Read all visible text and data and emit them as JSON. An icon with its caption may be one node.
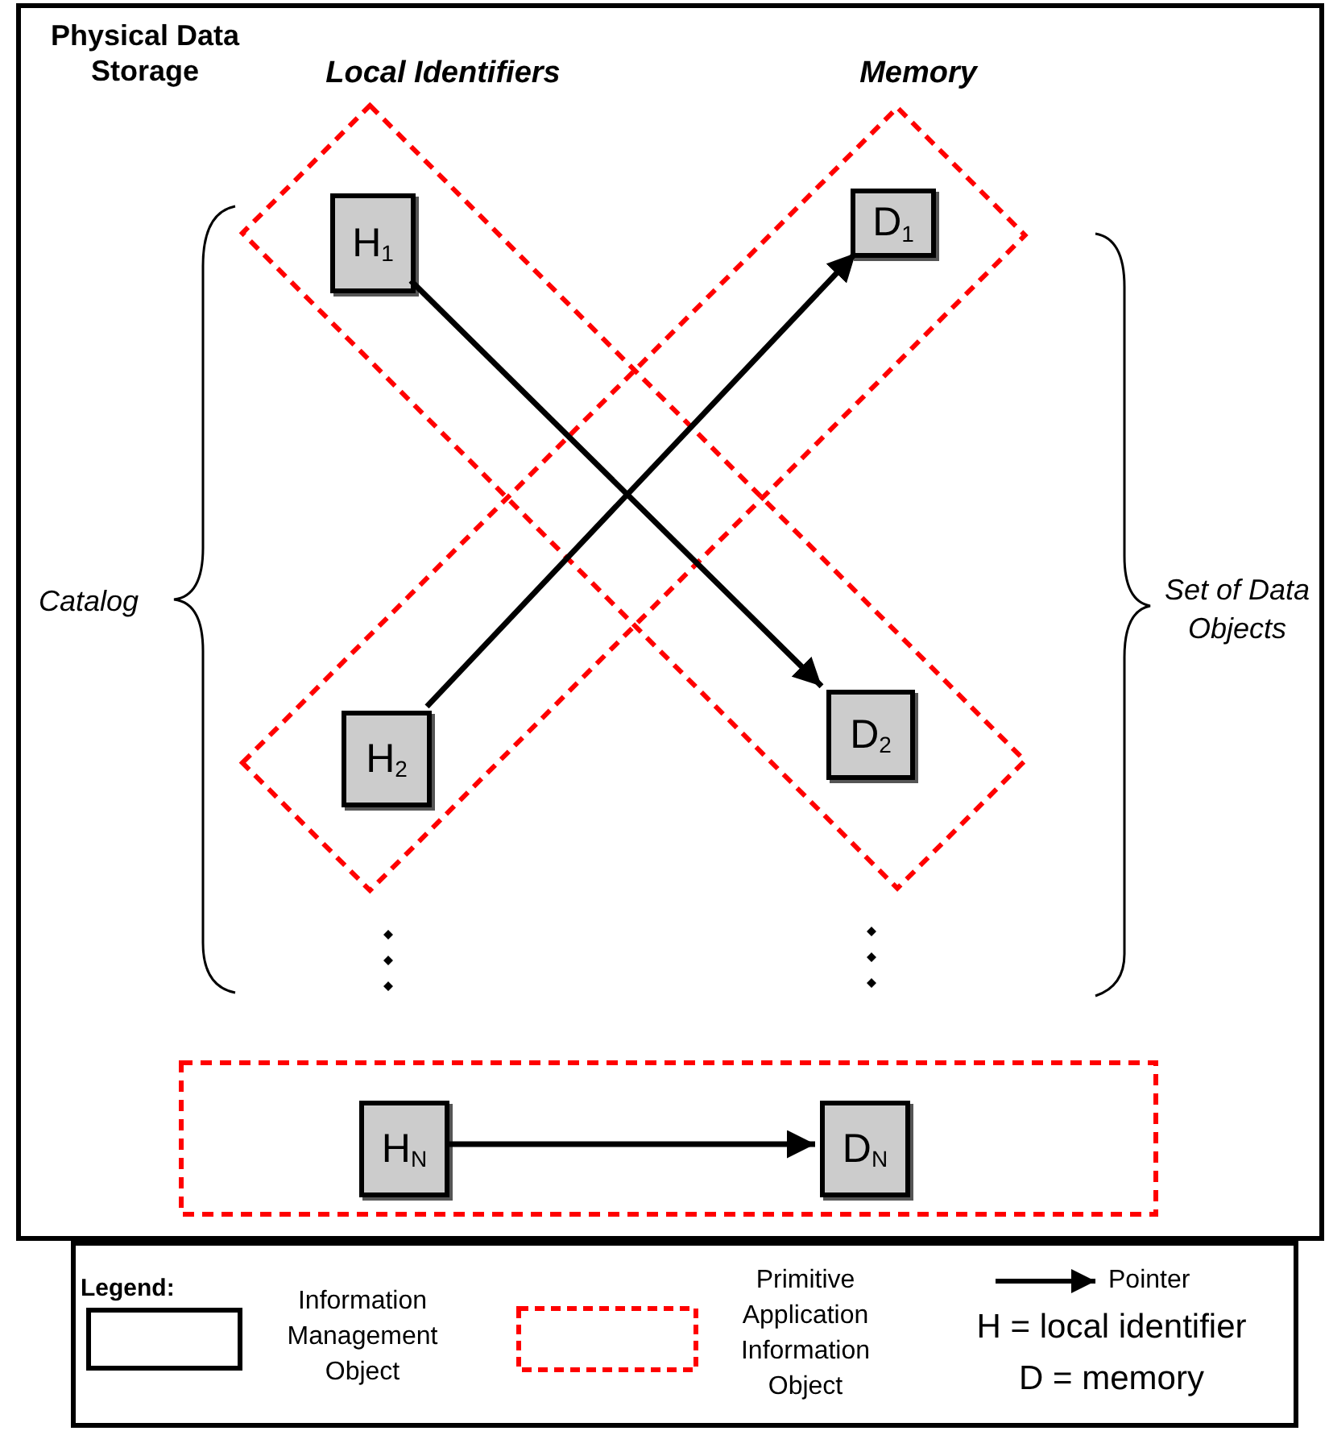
{
  "diagram": {
    "nodes": [
      {
        "text": [
          "Physical Data Storage"
        ]
      },
      {
        "text": [
          "H$_{1}$"
        ],
        "in": 0
      },
      {
        "text": [
          "D$_{1}$"
        ],
        "in": 0
      },
      {
        "text": [
          "H$_{2}$"
        ],
        "in": 0
      },
      {
        "text": [
          "D$_{2}$"
        ],
        "in": 0
      },
      {
        "text": [],
        "shape": "box",
        "in": 0
      },
      {
        "text": [
          "H$_{N}$"
        ],
        "in": 5
      },
      {
        "text": [
          "D$_{N}$"
        ],
        "in": 5
      }
    ],
    "edges": [
      {
        "from": 1,
        "to": 4,
        "arrow": "to"
      },
      {
        "from": 3,
        "to": 2,
        "arrow": "to"
      },
      {
        "from": 6,
        "to": 7,
        "arrow": "to"
      }
    ],
    "labels": [
      "Local Identifiers",
      "Memory",
      "Catalog",
      "Set of Data Objects",
      "Legend:",
      "H = local identifier",
      "D = memory"
    ],
    "legend": [
      {
        "text": "Information Management Object"
      },
      {
        "text": "Primitive Application Information Object"
      },
      {
        "text": "Pointer"
      }
    ]
  }
}
